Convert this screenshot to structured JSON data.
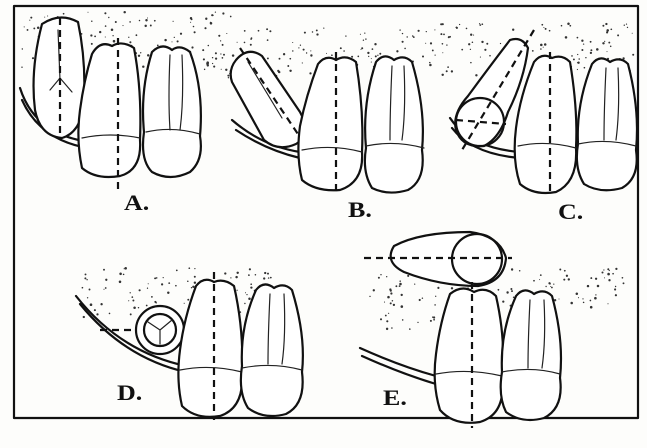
{
  "panels": [
    {
      "id": "a",
      "label": "A."
    },
    {
      "id": "b",
      "label": "B."
    },
    {
      "id": "c",
      "label": "C."
    },
    {
      "id": "d",
      "label": "D."
    },
    {
      "id": "e",
      "label": "E."
    }
  ],
  "colors": {
    "ink": "#111111",
    "paper": "#fdfdfb"
  }
}
